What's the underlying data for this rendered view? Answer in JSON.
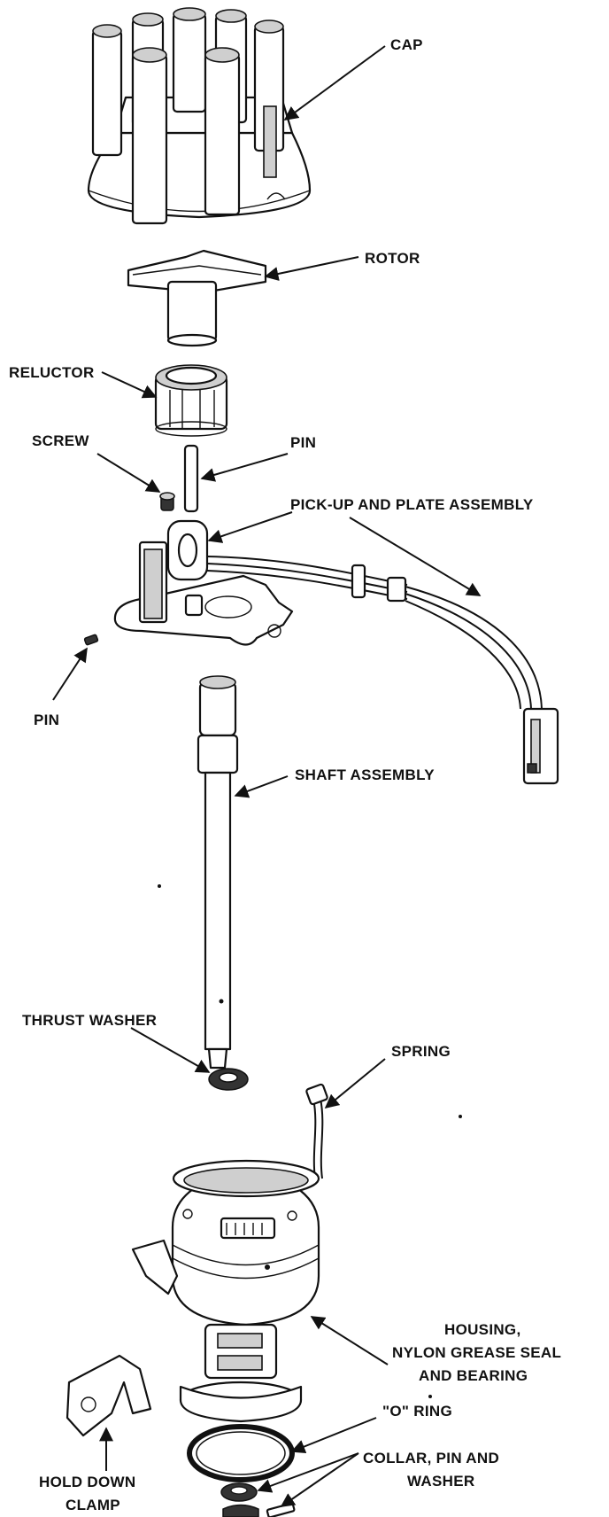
{
  "labels": {
    "cap": "CAP",
    "rotor": "ROTOR",
    "reluctor": "RELUCTOR",
    "screw": "SCREW",
    "pin_top": "PIN",
    "pickup": "PICK-UP AND PLATE ASSEMBLY",
    "pin_left": "PIN",
    "shaft": "SHAFT ASSEMBLY",
    "thrust_washer": "THRUST WASHER",
    "spring": "SPRING",
    "housing_1": "HOUSING,",
    "housing_2": "NYLON GREASE SEAL",
    "housing_3": "AND BEARING",
    "o_ring": "\"O\" RING",
    "clamp_1": "HOLD DOWN",
    "clamp_2": "CLAMP",
    "collar_1": "COLLAR, PIN AND",
    "collar_2": "WASHER"
  }
}
